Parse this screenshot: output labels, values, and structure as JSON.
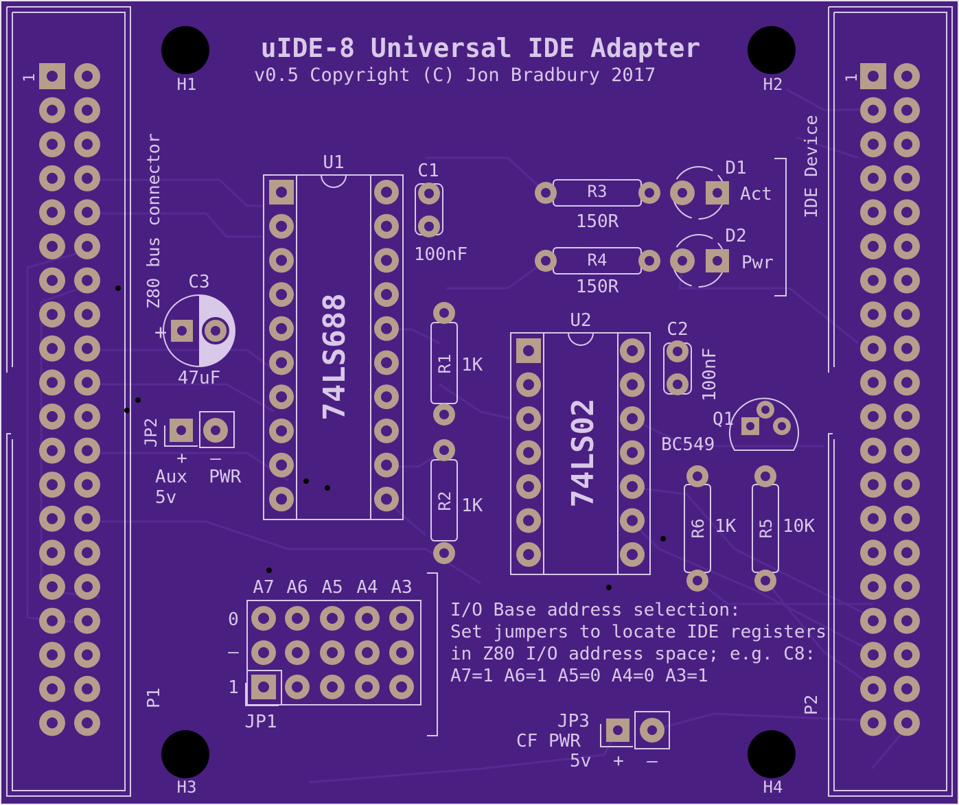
{
  "board": {
    "title": "uIDE-8 Universal IDE Adapter",
    "subtitle": "v0.5 Copyright (C) Jon Bradbury 2017",
    "colors": {
      "substrate": "#4a1f82",
      "silk": "#d8c9e8",
      "pad": "#b69e8c",
      "edge": "#e8e0f0"
    }
  },
  "holes": {
    "h1": "H1",
    "h2": "H2",
    "h3": "H3",
    "h4": "H4"
  },
  "connectors": {
    "p1_label": "P1",
    "p1_desc": "Z80 bus connector",
    "p2_label": "P2",
    "p2_desc": "IDE Device",
    "pin1": "1",
    "pin1_right": "1"
  },
  "ics": {
    "u1_ref": "U1",
    "u1_part": "74LS688",
    "u2_ref": "U2",
    "u2_part": "74LS02"
  },
  "caps": {
    "c1_ref": "C1",
    "c1_val": "100nF",
    "c2_ref": "C2",
    "c2_val": "100nF",
    "c3_ref": "C3",
    "c3_val": "47uF",
    "c3_plus": "+"
  },
  "resistors": {
    "r1_ref": "R1",
    "r1_val": "1K",
    "r2_ref": "R2",
    "r2_val": "1K",
    "r3_ref": "R3",
    "r3_val": "150R",
    "r4_ref": "R4",
    "r4_val": "150R",
    "r5_ref": "R5",
    "r5_val": "10K",
    "r6_ref": "R6",
    "r6_val": "1K"
  },
  "leds": {
    "d1_ref": "D1",
    "d1_label": "Act",
    "d2_ref": "D2",
    "d2_label": "Pwr"
  },
  "transistor": {
    "q1_ref": "Q1",
    "q1_part": "BC549"
  },
  "jumpers": {
    "jp2_ref": "JP2",
    "jp2_plus": "+",
    "jp2_minus": "–",
    "jp2_line1": "Aux  PWR",
    "jp2_line2": "5v",
    "jp3_ref": "JP3",
    "jp3_line1": "CF PWR",
    "jp3_line2": "5v",
    "jp3_plus": "+",
    "jp3_minus": "–",
    "jp1_ref": "JP1",
    "jp1_cols": [
      "A7",
      "A6",
      "A5",
      "A4",
      "A3"
    ],
    "jp1_row0": "0",
    "jp1_row_mid": "–",
    "jp1_row1": "1"
  },
  "notes": [
    "I/O Base address selection:",
    "Set jumpers to locate IDE registers",
    "in Z80 I/O address space; e.g. C8:",
    "A7=1 A6=1 A5=0 A4=0 A3=1"
  ]
}
